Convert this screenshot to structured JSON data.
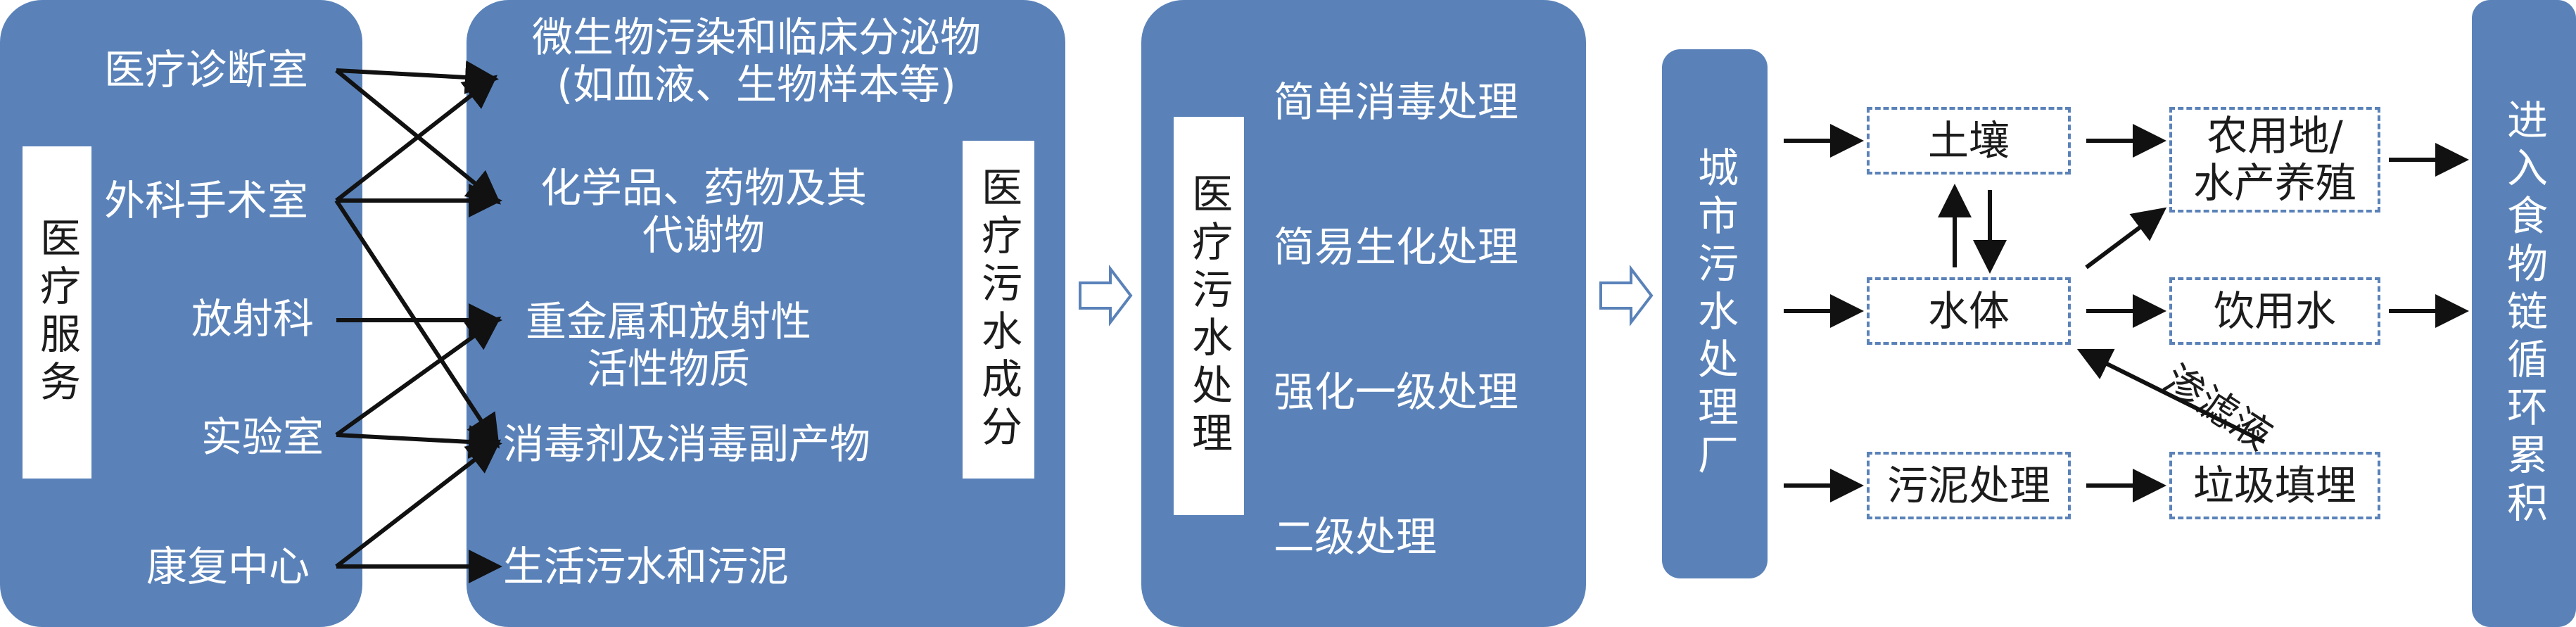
{
  "left_panel": {
    "label": "医疗服务",
    "sources": [
      "医疗诊断室",
      "外科手术室",
      "放射科",
      "实验室",
      "康复中心"
    ]
  },
  "components": {
    "items": [
      "微生物污染和临床分泌物\n(如血液、生物样本等)",
      "化学品、药物及其\n代谢物",
      "重金属和放射性\n活性物质",
      "消毒剂及消毒副产物",
      "生活污水和污泥"
    ],
    "label": "医疗污水成分"
  },
  "treatment": {
    "label": "医疗污水处理",
    "methods": [
      "简单消毒处理",
      "简易生化处理",
      "强化一级处理",
      "二级处理"
    ]
  },
  "city_plant": {
    "label": "城市污水处理厂"
  },
  "flow": {
    "soil": "土壤",
    "water": "水体",
    "sludge": "污泥处理",
    "agri": "农用地/\n水产养殖",
    "drink": "饮用水",
    "landfill": "垃圾填埋",
    "leachate": "渗滤液"
  },
  "food_chain": {
    "label": "进入食物链循环累积"
  },
  "colors": {
    "panel": "#5a82b9",
    "arrow": "#111111",
    "hollow_arrow": "#5a82b9"
  }
}
